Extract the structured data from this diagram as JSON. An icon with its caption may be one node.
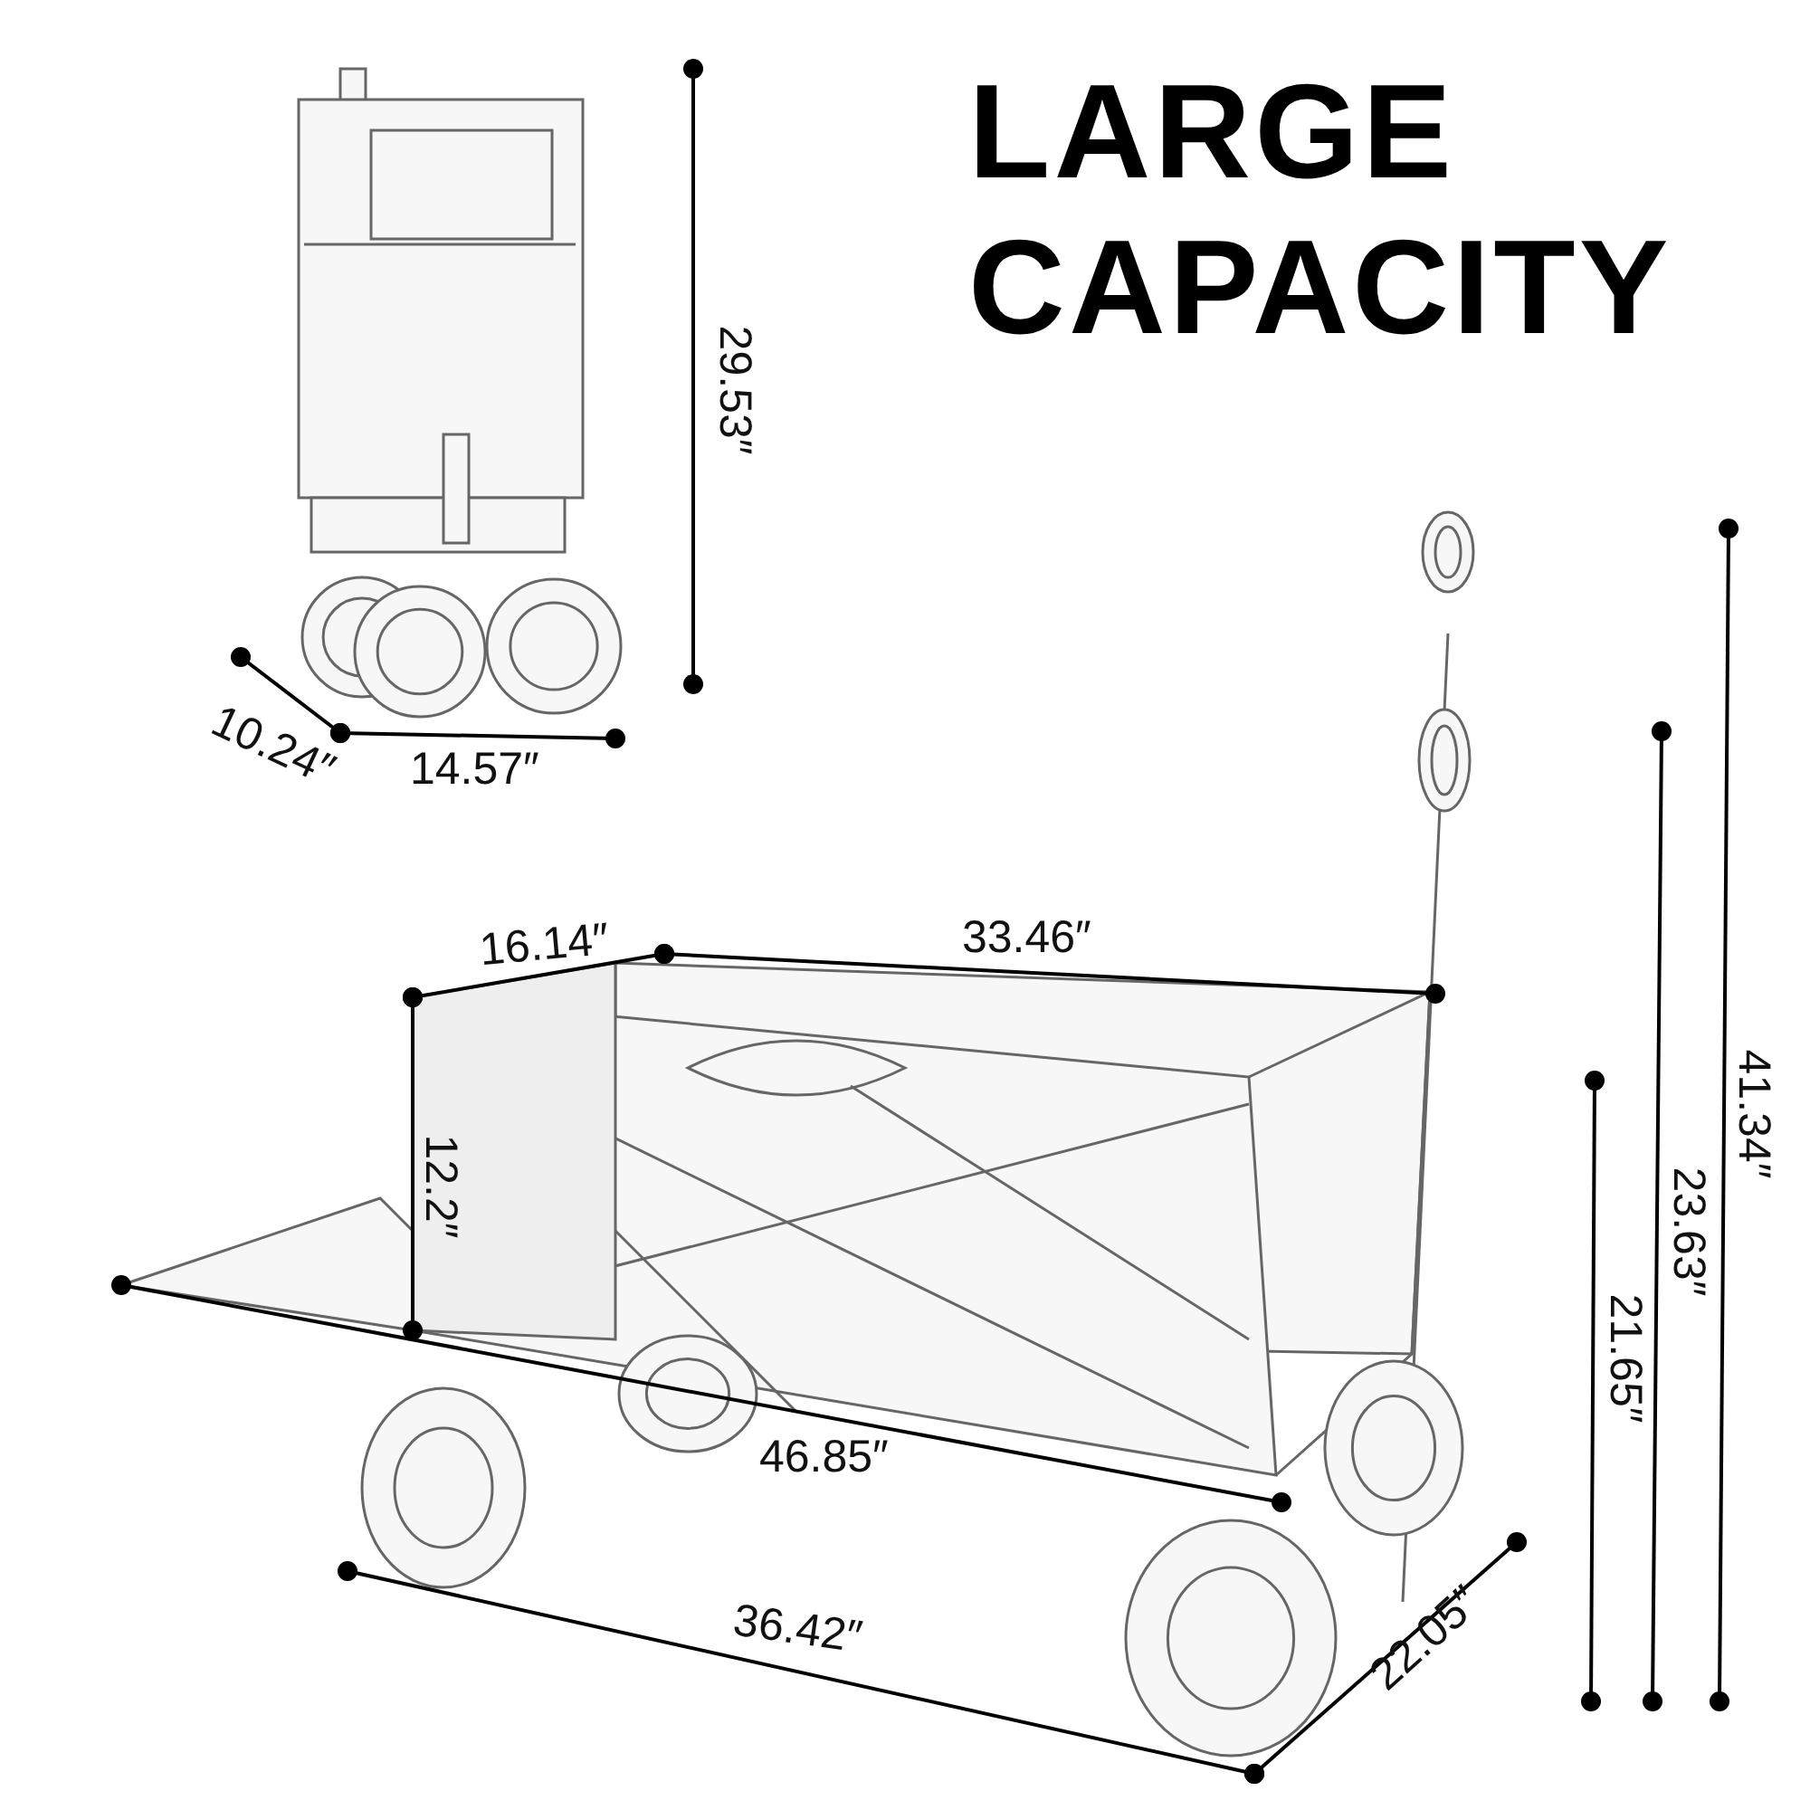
{
  "diagram": {
    "title": "LARGE CAPACITY",
    "labels": [
      "29.53″",
      "10.24″",
      "14.57″",
      "16.14″",
      "33.46″",
      "41.34″",
      "23.63″",
      "12.2″",
      "21.65″",
      "46.85″",
      "36.42″",
      "22.05″"
    ]
  }
}
